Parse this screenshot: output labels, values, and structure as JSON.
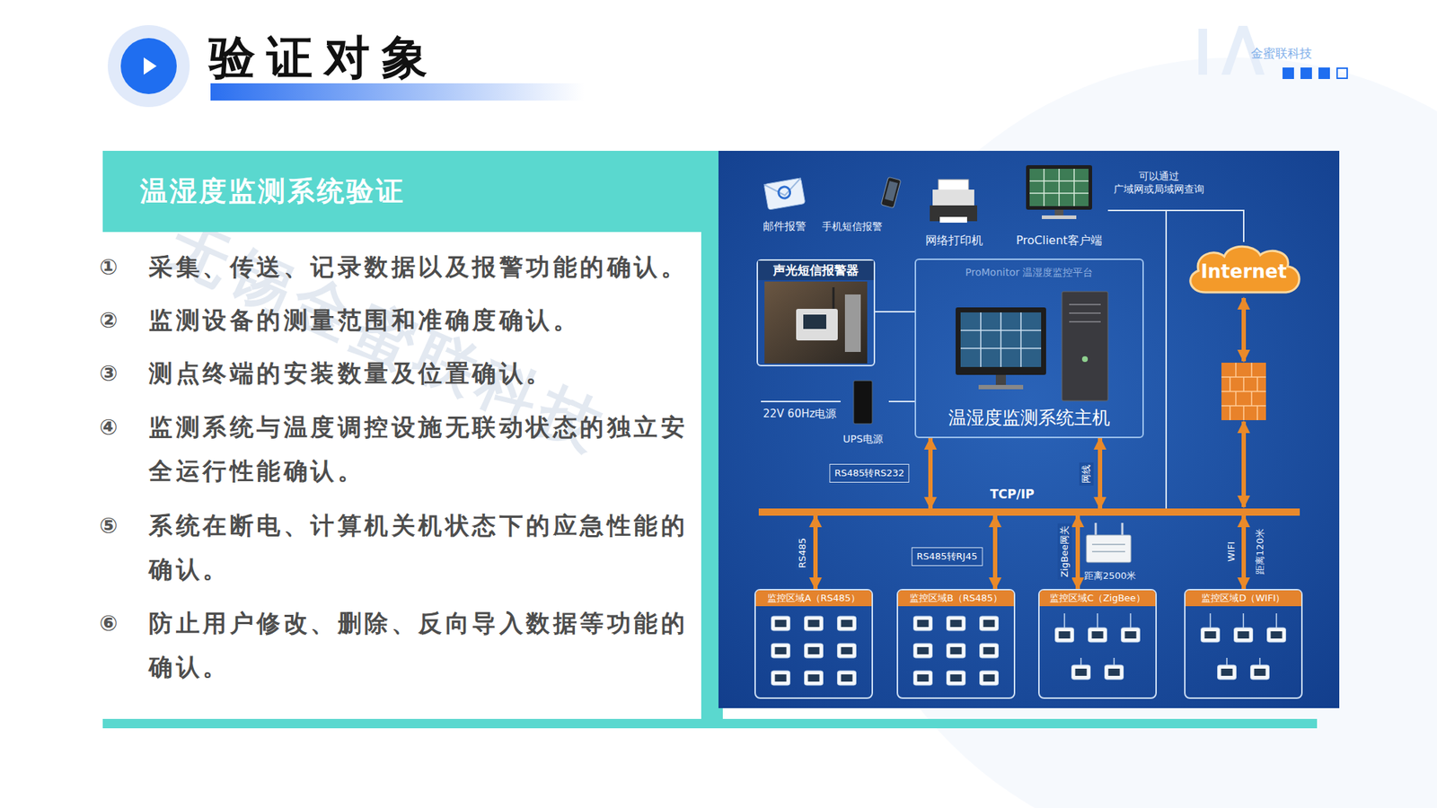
{
  "diagram": {
    "title": "验证对象",
    "nodes": [
      {
        "text": [
          "温湿度监测系统验证"
        ]
      },
      {
        "text": [
          "邮件报警"
        ]
      },
      {
        "text": [
          "手机短信报警"
        ]
      },
      {
        "text": [
          "网络打印机"
        ]
      },
      {
        "text": [
          "ProClient客户端"
        ]
      },
      {
        "text": [
          "Internet"
        ]
      },
      {
        "text": [
          "声光短信报警器"
        ]
      },
      {
        "text": [
          "ProMonitor 温湿度监控平台",
          "温湿度监测系统主机"
        ]
      },
      {
        "text": [
          "UPS电源"
        ]
      },
      {
        "text": [
          "TCP/IP"
        ]
      },
      {
        "text": [
          "监控区域A（RS485）"
        ]
      },
      {
        "text": [
          "监控区域B（RS485）"
        ]
      },
      {
        "text": [
          "监控区域C（ZigBee）"
        ]
      },
      {
        "text": [
          "监控区域D（WIFI）"
        ]
      }
    ],
    "edges": [
      {
        "from": 6,
        "to": 7,
        "arrow": "none"
      },
      {
        "from": 8,
        "to": 7,
        "arrow": "none"
      },
      {
        "from": 4,
        "to": 5,
        "arrow": "none"
      },
      {
        "from": 4,
        "to": 9,
        "arrow": "none"
      },
      {
        "from": 7,
        "to": 9,
        "label": "RS485转RS232",
        "arrow": "both"
      },
      {
        "from": 7,
        "to": 9,
        "label": "网线",
        "arrow": "both"
      },
      {
        "from": 9,
        "to": 10,
        "label": "RS485",
        "arrow": "both"
      },
      {
        "from": 9,
        "to": 11,
        "label": "RS485转RJ45",
        "arrow": "both"
      },
      {
        "from": 9,
        "to": 12,
        "label": "ZigBee网关",
        "arrow": "both"
      },
      {
        "from": 9,
        "to": 13,
        "label": "WIFI",
        "arrow": "both"
      }
    ],
    "labels": [
      "金蜜联科技",
      "无锡金蜜联科技",
      "①",
      "采集、传送、记录数据以及报警功能的确认。",
      "②",
      "监测设备的测量范围和准确度确认。",
      "③",
      "测点终端的安装数量及位置确认。",
      "④",
      "监测系统与温度调控设施无联动状态的独立安全运行性能确认。",
      "⑤",
      "系统在断电、计算机关机状态下的应急性能的确认。",
      "⑥",
      "防止用户修改、删除、反向导入数据等功能的确认。",
      "可以通过 广域网或局域网查询",
      "22V 60Hz电源",
      "距离2500米",
      "距离120米"
    ]
  }
}
